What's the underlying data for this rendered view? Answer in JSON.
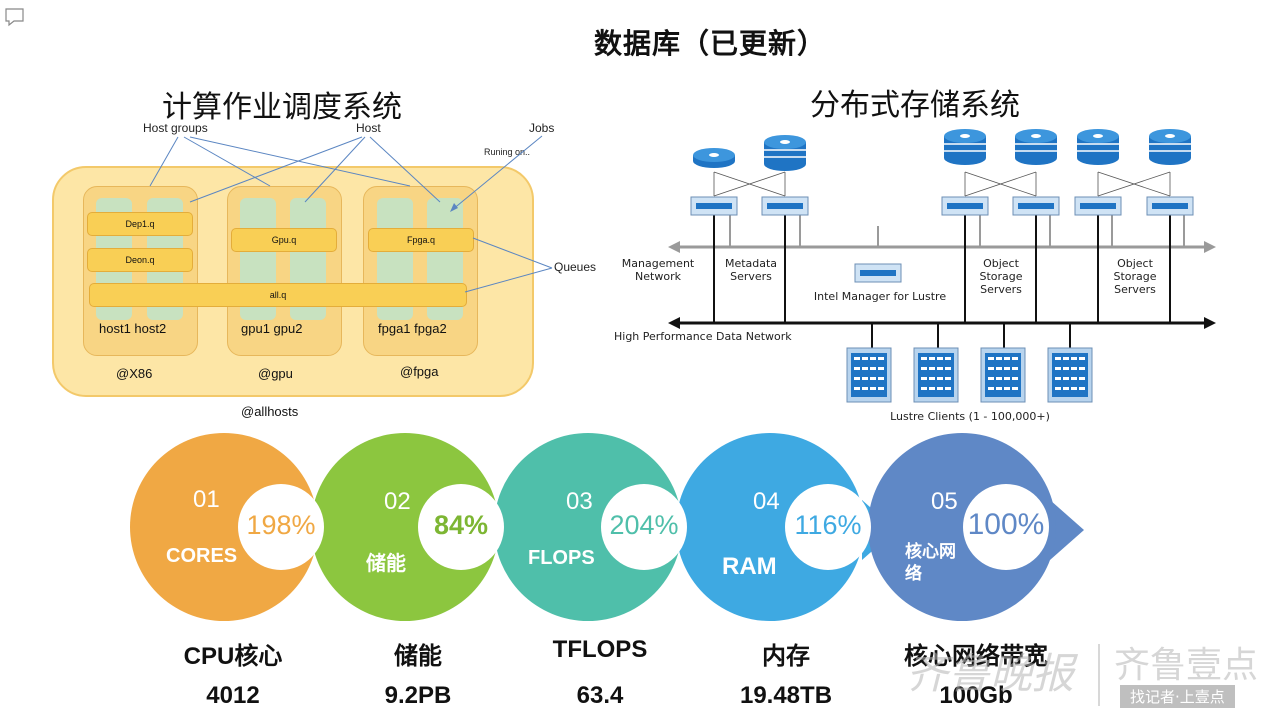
{
  "page_title": "数据库（已更新）",
  "scheduler": {
    "title": "计算作业调度系统",
    "labels": {
      "host_groups": "Host groups",
      "host": "Host",
      "jobs": "Jobs",
      "running": "Runing on..",
      "queues": "Queues"
    },
    "queues": [
      "Dep1.q",
      "Deon.q",
      "Gpu.q",
      "Fpga.q",
      "all.q"
    ],
    "groups": [
      {
        "hosts": "host1 host2",
        "name": "@X86"
      },
      {
        "hosts": "gpu1 gpu2",
        "name": "@gpu"
      },
      {
        "hosts": "fpga1 fpga2",
        "name": "@fpga"
      }
    ],
    "all_hosts": "@allhosts"
  },
  "storage": {
    "title": "分布式存储系统",
    "labels": {
      "mgmt_network": "Management Network",
      "metadata_servers": "Metadata Servers",
      "intel_manager": "Intel Manager for Lustre",
      "oss_1": "Object Storage Servers",
      "oss_2": "Object Storage Servers",
      "hpdn": "High Performance Data Network",
      "clients": "Lustre Clients (1 - 100,000+)"
    }
  },
  "metrics": [
    {
      "num": "01",
      "label": "CORES",
      "pct": "198%",
      "color": "#f0a844",
      "pct_color": "#f0a844",
      "name": "CPU核心",
      "value": "4012"
    },
    {
      "num": "02",
      "label": "储能",
      "pct": "84%",
      "color": "#8cc63f",
      "pct_color": "#7db633",
      "name": "储能",
      "value": "9.2PB"
    },
    {
      "num": "03",
      "label": "FLOPS",
      "pct": "204%",
      "color": "#4fbfaa",
      "pct_color": "#4fbfaa",
      "name": "TFLOPS",
      "value": "63.4"
    },
    {
      "num": "04",
      "label": "RAM",
      "pct": "116%",
      "color": "#3ea9e2",
      "pct_color": "#3ea9e2",
      "name": "内存",
      "value": "19.48TB"
    },
    {
      "num": "05",
      "label": "核心网络",
      "pct": "100%",
      "color": "#5f88c6",
      "pct_color": "#5f88c6",
      "name": "核心网络带宽",
      "value": "100Gb"
    }
  ],
  "watermark": {
    "text1": "齐鲁晚报",
    "text2": "齐鲁壹点",
    "text3": "找记者·上壹点"
  }
}
